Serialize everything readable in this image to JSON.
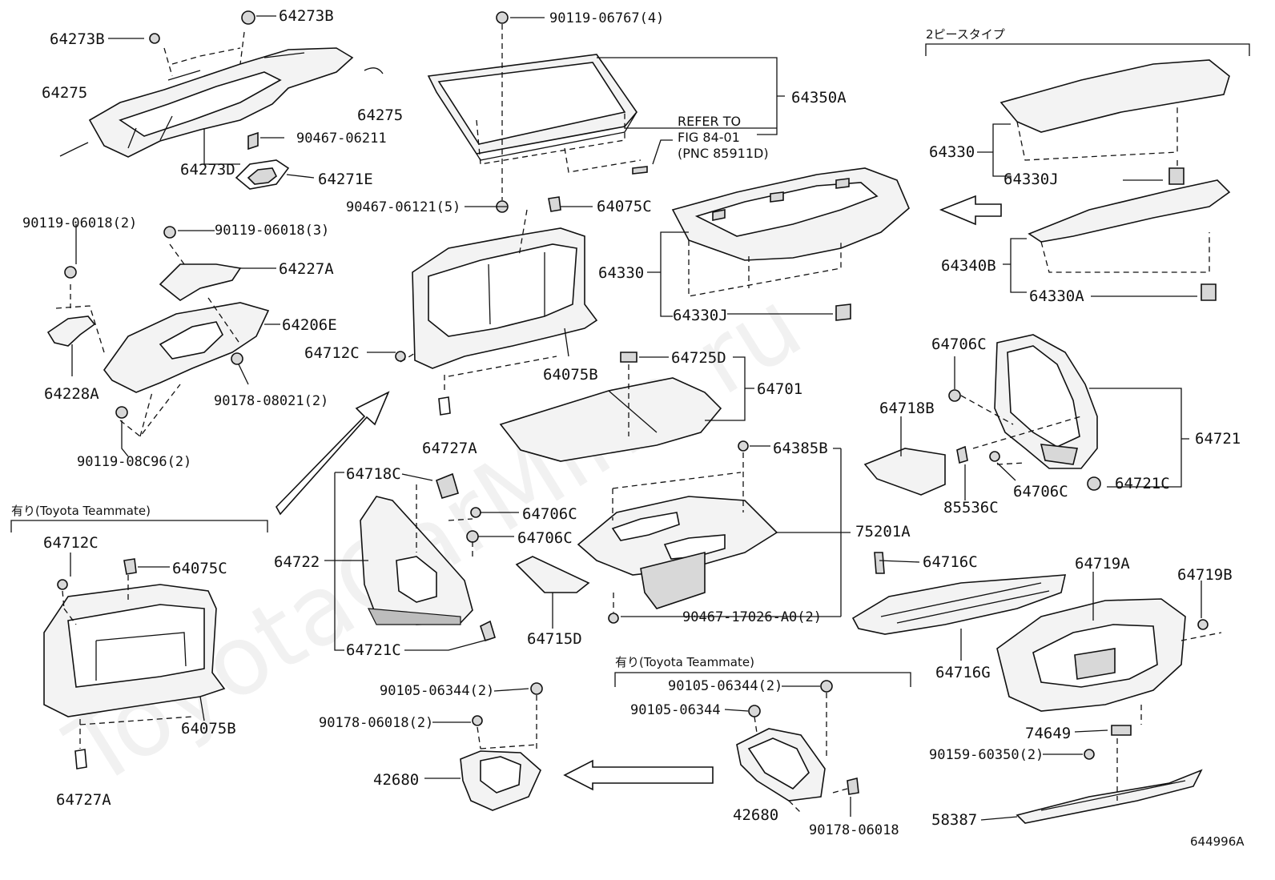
{
  "watermark": "ToyotaCarMine.ru",
  "figure_code": "644996A",
  "sections": {
    "two_piece": "2ピースタイプ",
    "teammate_left": "有り(Toyota Teammate)",
    "teammate_right": "有り(Toyota Teammate)"
  },
  "reference_note": [
    "REFER TO",
    "FIG 84-01",
    "(PNC 85911D)"
  ],
  "labels": {
    "l64273B_a": "64273B",
    "l64273B_b": "64273B",
    "l64275_a": "64275",
    "l64275_b": "64275",
    "l64273D": "64273D",
    "l90467_06211": "90467-06211",
    "l64271E": "64271E",
    "l90119_06018_2": "90119-06018(2)",
    "l90119_06018_3": "90119-06018(3)",
    "l64227A": "64227A",
    "l64206E": "64206E",
    "l64228A": "64228A",
    "l90178_08021": "90178-08021(2)",
    "l90119_08C96": "90119-08C96(2)",
    "l90119_06767": "90119-06767(4)",
    "l64350A": "64350A",
    "l90467_06121": "90467-06121(5)",
    "l64075C_top": "64075C",
    "l64712C_mid": "64712C",
    "l64075B_mid": "64075B",
    "l64727A_mid": "64727A",
    "l64330_mid": "64330",
    "l64330J_mid": "64330J",
    "l64725D": "64725D",
    "l64701": "64701",
    "l64330_right": "64330",
    "l64330J_right": "64330J",
    "l64340B": "64340B",
    "l64330A": "64330A",
    "l64706C_r1": "64706C",
    "l64718B": "64718B",
    "l64721": "64721",
    "l85536C": "85536C",
    "l64706C_r2": "64706C",
    "l64721C_r": "64721C",
    "l64385B": "64385B",
    "l75201A": "75201A",
    "l90467_17026": "90467-17026-A0(2)",
    "l64718C": "64718C",
    "l64706C_c1": "64706C",
    "l64706C_c2": "64706C",
    "l64722": "64722",
    "l64721C_c": "64721C",
    "l64715D": "64715D",
    "l64712C_tm": "64712C",
    "l64075C_tm": "64075C",
    "l64075B_tm": "64075B",
    "l64727A_tm": "64727A",
    "l90105_06344_2a": "90105-06344(2)",
    "l90178_06018_2": "90178-06018(2)",
    "l42680_a": "42680",
    "l90105_06344_2b": "90105-06344(2)",
    "l90105_06344": "90105-06344",
    "l42680_b": "42680",
    "l90178_06018": "90178-06018",
    "l64716C": "64716C",
    "l64716G": "64716G",
    "l64719A": "64719A",
    "l64719B": "64719B",
    "l74649": "74649",
    "l90159_60350": "90159-60350(2)",
    "l58387": "58387"
  }
}
